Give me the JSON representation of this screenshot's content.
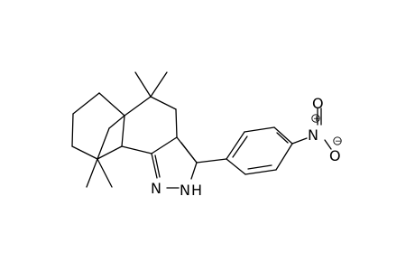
{
  "molecule": {
    "atoms": {
      "n_pyrazole": "N",
      "nh_pyrazole": "N",
      "nh_hydrogen": "H",
      "nitro_n": "N",
      "nitro_o_top": "O",
      "nitro_o_bottom": "O",
      "nitro_n_charge": "+",
      "nitro_o_charge": "−"
    }
  },
  "colors": {
    "bond": "#000000",
    "background": "#ffffff"
  }
}
